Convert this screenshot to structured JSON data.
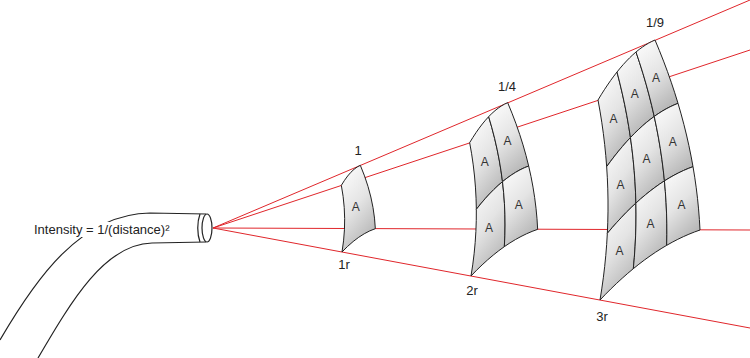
{
  "diagram": {
    "nodes": [
      {
        "text": [
          "A"
        ]
      },
      {
        "text": [
          "A"
        ]
      },
      {
        "text": [
          "A"
        ]
      },
      {
        "text": [
          "A"
        ]
      },
      {
        "text": [
          "A"
        ]
      },
      {
        "text": [
          "A"
        ]
      },
      {
        "text": [
          "A"
        ]
      },
      {
        "text": [
          "A"
        ]
      },
      {
        "text": [
          "A"
        ]
      },
      {
        "text": [
          "A"
        ]
      },
      {
        "text": [
          "A"
        ]
      },
      {
        "text": [
          "A"
        ]
      },
      {
        "text": [
          "A"
        ]
      },
      {
        "text": [
          "A"
        ]
      }
    ],
    "labels": [
      "Intensity = 1/(distance)²",
      "1",
      "1/4",
      "1/9",
      "1r",
      "2r",
      "3r"
    ]
  }
}
